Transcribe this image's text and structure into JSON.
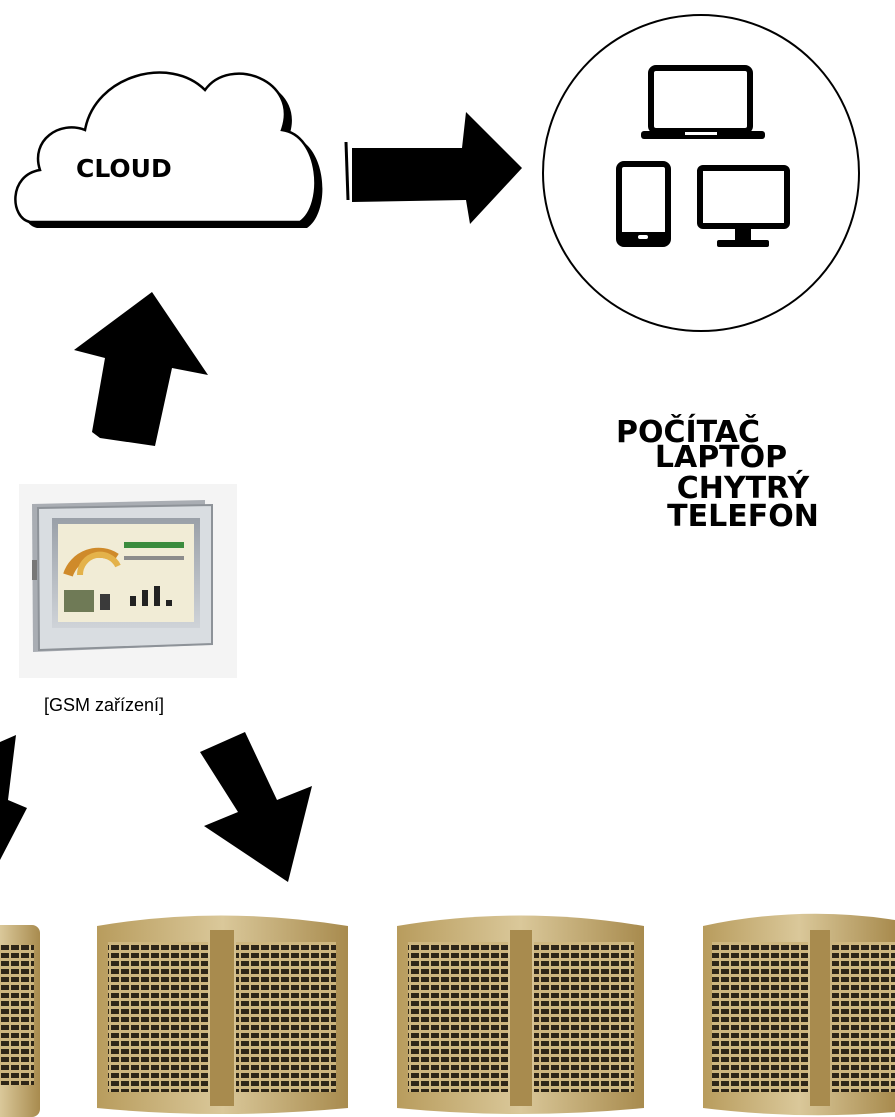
{
  "cloud": {
    "label": "CLOUD"
  },
  "devices": {
    "lines": [
      "POČÍTAČ",
      "LAPTOP",
      "CHYTRÝ TELEFON"
    ],
    "icons": [
      "laptop-icon",
      "tablet-icon",
      "monitor-icon"
    ]
  },
  "gsm_device": {
    "caption": "[GSM zařízení]"
  },
  "coolers": {
    "count": 4
  },
  "colors": {
    "cooler": "#c9b27a",
    "cooler_dark": "#8a7440",
    "arrow": "#000000"
  }
}
